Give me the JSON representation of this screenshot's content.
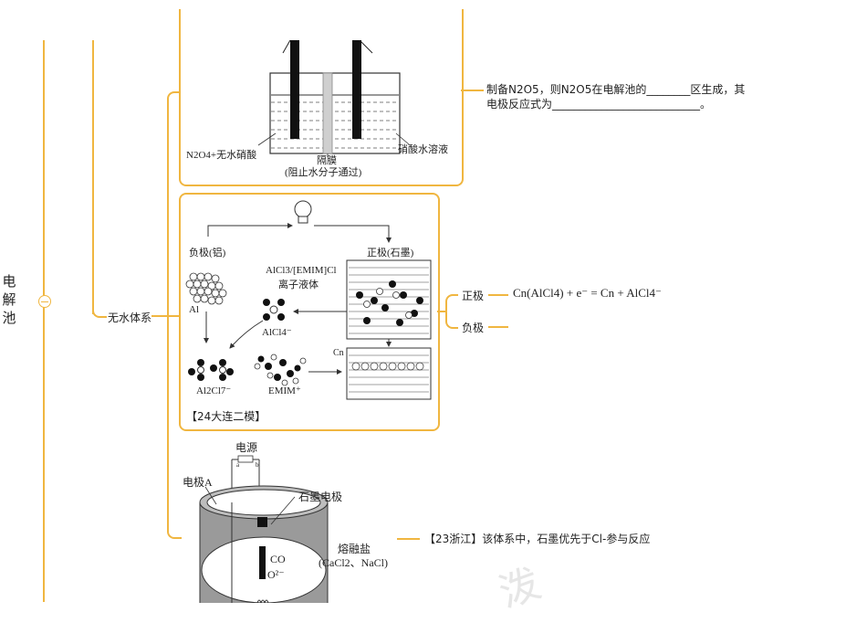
{
  "root": {
    "label_chars": [
      "电",
      "解",
      "池"
    ]
  },
  "branch": {
    "label": "无水体系",
    "n2o5_note": {
      "line1": "制备N2O5，则N2O5在电解池的________区生成，其",
      "line2": "电极反应式为___________________________。"
    },
    "cell1_labels": {
      "left": "N2O4+无水硝酸",
      "membrane": "隔膜",
      "membrane_note": "(阻止水分子通过)",
      "right": "硝酸水溶液"
    },
    "battery_labels": {
      "neg": "负极(铝)",
      "pos": "正极(石墨)",
      "liquid1": "AlCl3/[EMIM]Cl",
      "liquid2": "离子液体",
      "al": "Al",
      "alcl4": "AlCl4⁻",
      "al2cl7": "Al2Cl7⁻",
      "emim": "EMIM⁺",
      "cn": "Cn",
      "source": "【24大连二模】"
    },
    "pos_label": "正极",
    "pos_equation": "Cn(AlCl4) + e⁻ = Cn + AlCl4⁻",
    "neg_label": "负极",
    "cell2_labels": {
      "power": "电源",
      "a": "a",
      "b": "b",
      "electrodeA": "电极A",
      "graphite": "石墨电极",
      "co": "CO",
      "o2": "O²⁻",
      "molten": "熔融盐",
      "molten_formula": "(CaCl2、NaCl)"
    },
    "zhejiang_note": "【23浙江】该体系中，石墨优先于Cl-参与反应",
    "watermark": "泼"
  },
  "colors": {
    "connector": "#f0b640"
  }
}
